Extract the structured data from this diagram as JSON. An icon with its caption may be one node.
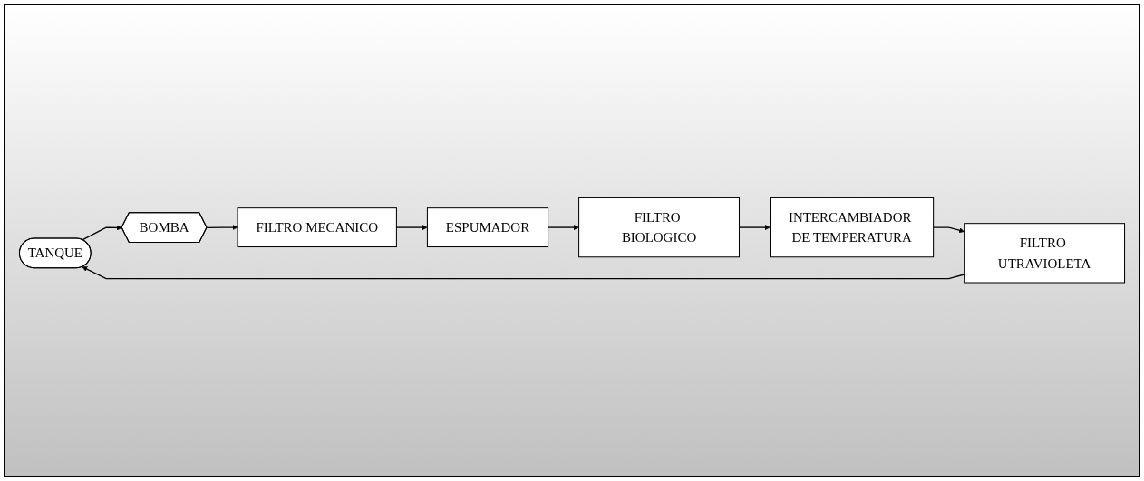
{
  "diagram": {
    "nodes": [
      {
        "text": [
          "TANQUE"
        ]
      },
      {
        "text": [
          "BOMBA"
        ]
      },
      {
        "text": [
          "FILTRO MECANICO"
        ]
      },
      {
        "text": [
          "ESPUMADOR"
        ]
      },
      {
        "text": [
          "FILTRO BIOLOGICO"
        ]
      },
      {
        "text": [
          "INTERCAMBIADOR DE TEMPERATURA"
        ]
      },
      {
        "text": [
          "FILTRO UTRAVIOLETA"
        ]
      }
    ],
    "edges": [
      {
        "from": 0,
        "to": 1,
        "arrow": "to"
      },
      {
        "from": 1,
        "to": 2,
        "arrow": "to"
      },
      {
        "from": 2,
        "to": 3,
        "arrow": "to"
      },
      {
        "from": 3,
        "to": 4,
        "arrow": "to"
      },
      {
        "from": 4,
        "to": 5,
        "arrow": "to"
      },
      {
        "from": 5,
        "to": 6,
        "arrow": "to"
      },
      {
        "from": 6,
        "to": 0,
        "arrow": "to"
      }
    ]
  }
}
